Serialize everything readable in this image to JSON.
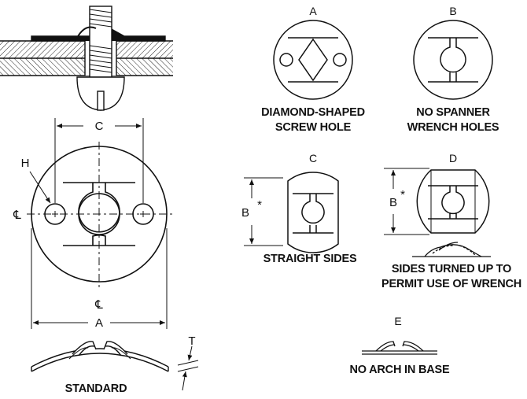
{
  "variants": {
    "a": {
      "letter": "A",
      "caption_line1": "DIAMOND-SHAPED",
      "caption_line2": "SCREW HOLE"
    },
    "b": {
      "letter": "B",
      "caption_line1": "NO SPANNER",
      "caption_line2": "WRENCH HOLES"
    },
    "c": {
      "letter": "C",
      "caption_line1": "STRAIGHT SIDES"
    },
    "d": {
      "letter": "D",
      "caption_line1": "SIDES TURNED UP TO",
      "caption_line2": "PERMIT USE OF WRENCH"
    },
    "e": {
      "letter": "E",
      "caption_line1": "NO ARCH IN BASE"
    }
  },
  "standard": {
    "caption": "STANDARD",
    "dim_c": "C",
    "dim_a": "A",
    "dim_h": "H",
    "dim_t": "T",
    "centerline": "℄"
  },
  "variant_dims": {
    "c_height": "B",
    "d_height": "B",
    "asterisk": "*"
  }
}
